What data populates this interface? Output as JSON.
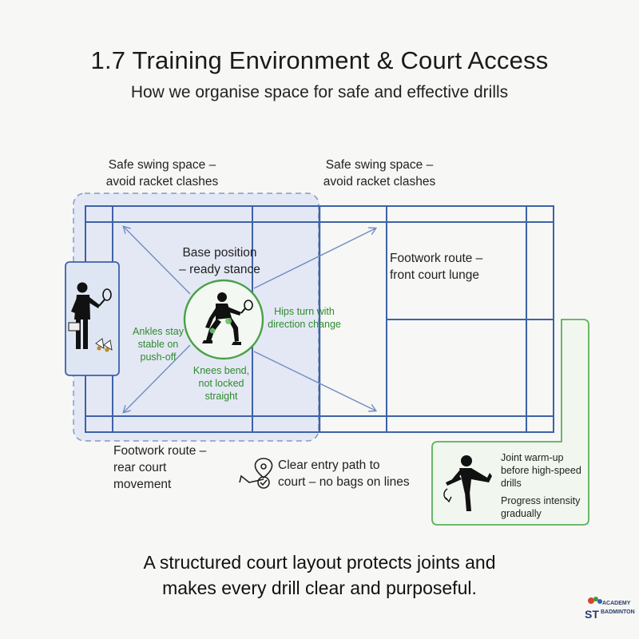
{
  "header": {
    "title": "1.7 Training Environment & Court Access",
    "subtitle": "How we organise space for safe and effective drills"
  },
  "labels": {
    "swing_left": [
      "Safe swing space –",
      "avoid racket clashes"
    ],
    "swing_right": [
      "Safe swing space –",
      "avoid racket clashes"
    ],
    "base_position": [
      "Base position",
      "– ready stance"
    ],
    "front_route": [
      "Footwork route –",
      "front court lunge"
    ],
    "rear_route": [
      "Footwork route –",
      "rear court",
      "movement"
    ],
    "hips": [
      "Hips turn with",
      "direction change"
    ],
    "ankles": [
      "Ankles stay",
      "stable on",
      "push-off"
    ],
    "knees": [
      "Knees bend,",
      "not locked",
      "straight"
    ],
    "entry_path": [
      "Clear entry path to",
      "court – no bags on lines"
    ],
    "warmup": [
      "Joint warm-up",
      "before high-speed",
      "drills"
    ],
    "progress": [
      "Progress intensity",
      "gradually"
    ]
  },
  "caption": [
    "A structured court layout protects joints and",
    "makes every drill clear and purposeful."
  ],
  "logo": {
    "line1": "ACADEMY",
    "line2": "BADMINTON"
  },
  "colors": {
    "court_line": "#3d62a8",
    "zone_fill": "#e3e8f4",
    "zone_border": "#7d97c8",
    "green": "#4aa04a",
    "green_text": "#2f8a2f"
  },
  "icons": [
    "coach-with-racket-icon",
    "player-ready-stance-icon",
    "location-route-icon",
    "warm-up-stretch-icon",
    "shuttlecock-icon"
  ]
}
